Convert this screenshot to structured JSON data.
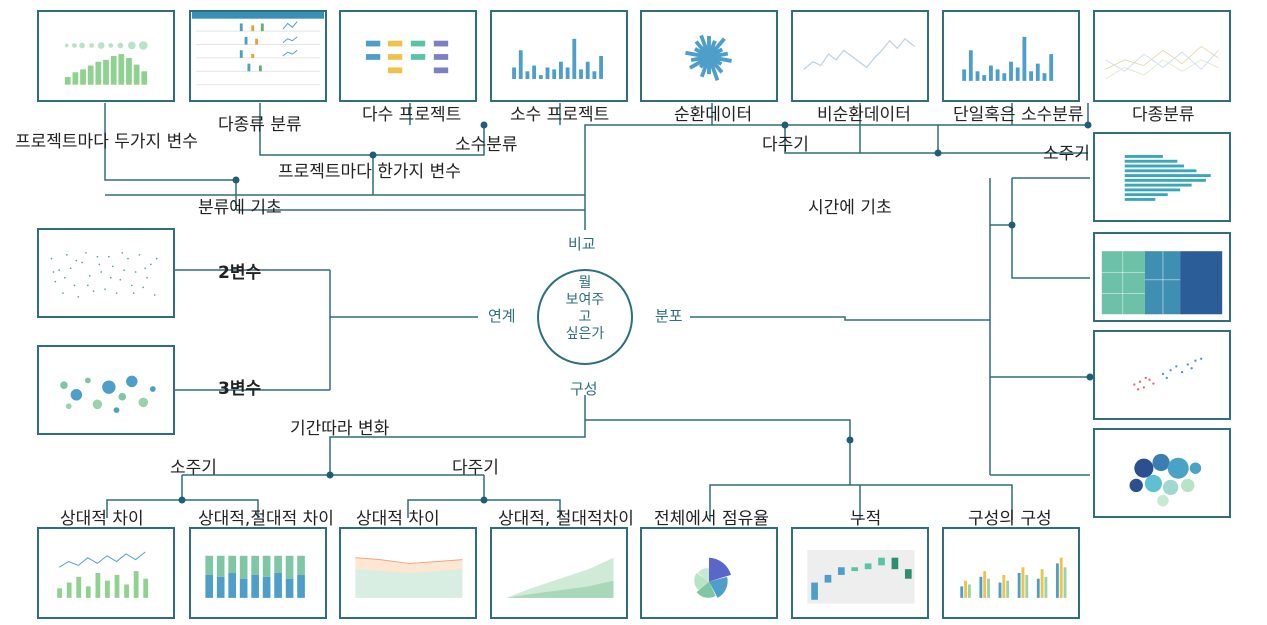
{
  "center": {
    "line1": "뭘",
    "line2": "보여주",
    "line3": "고",
    "line4": "싶은가"
  },
  "axes": {
    "compare": "비교",
    "relation": "연계",
    "distribution": "분포",
    "composition": "구성"
  },
  "compare": {
    "category_based": "분류에 기초",
    "two_vars": "프로젝트마다 두가지 변수",
    "one_var": "프로젝트마다 한가지 변수",
    "multi_cat": "다종류 분류",
    "many_items": "다수 프로젝트",
    "few_cat": "소수분류",
    "few_items": "소수 프로젝트",
    "time_based": "시간에 기초",
    "cyclic": "순환데이터",
    "non_cyclic": "비순환데이터",
    "many_periods": "다주기",
    "few_periods": "소주기",
    "single_few": "단일혹은 소수분류",
    "multi_category": "다종분류"
  },
  "relation": {
    "two_var": "2변수",
    "three_var": "3변수"
  },
  "composition": {
    "over_time": "기간따라 변화",
    "few_periods": "소주기",
    "many_periods": "다주기",
    "relative1": "상대적 차이",
    "rel_abs1": "상대적,절대적 차이",
    "relative2": "상대적 차이",
    "rel_abs2": "상대적, 절대적차이",
    "share": "전체에서 점유율",
    "cumulative": "누적",
    "comp_of_comp": "구성의 구성"
  },
  "colors": {
    "line": "#2e6f7a",
    "dot": "#1e5e78",
    "green": "#8fd18f",
    "blue": "#4d9ec9",
    "teal": "#3aa6b9"
  }
}
